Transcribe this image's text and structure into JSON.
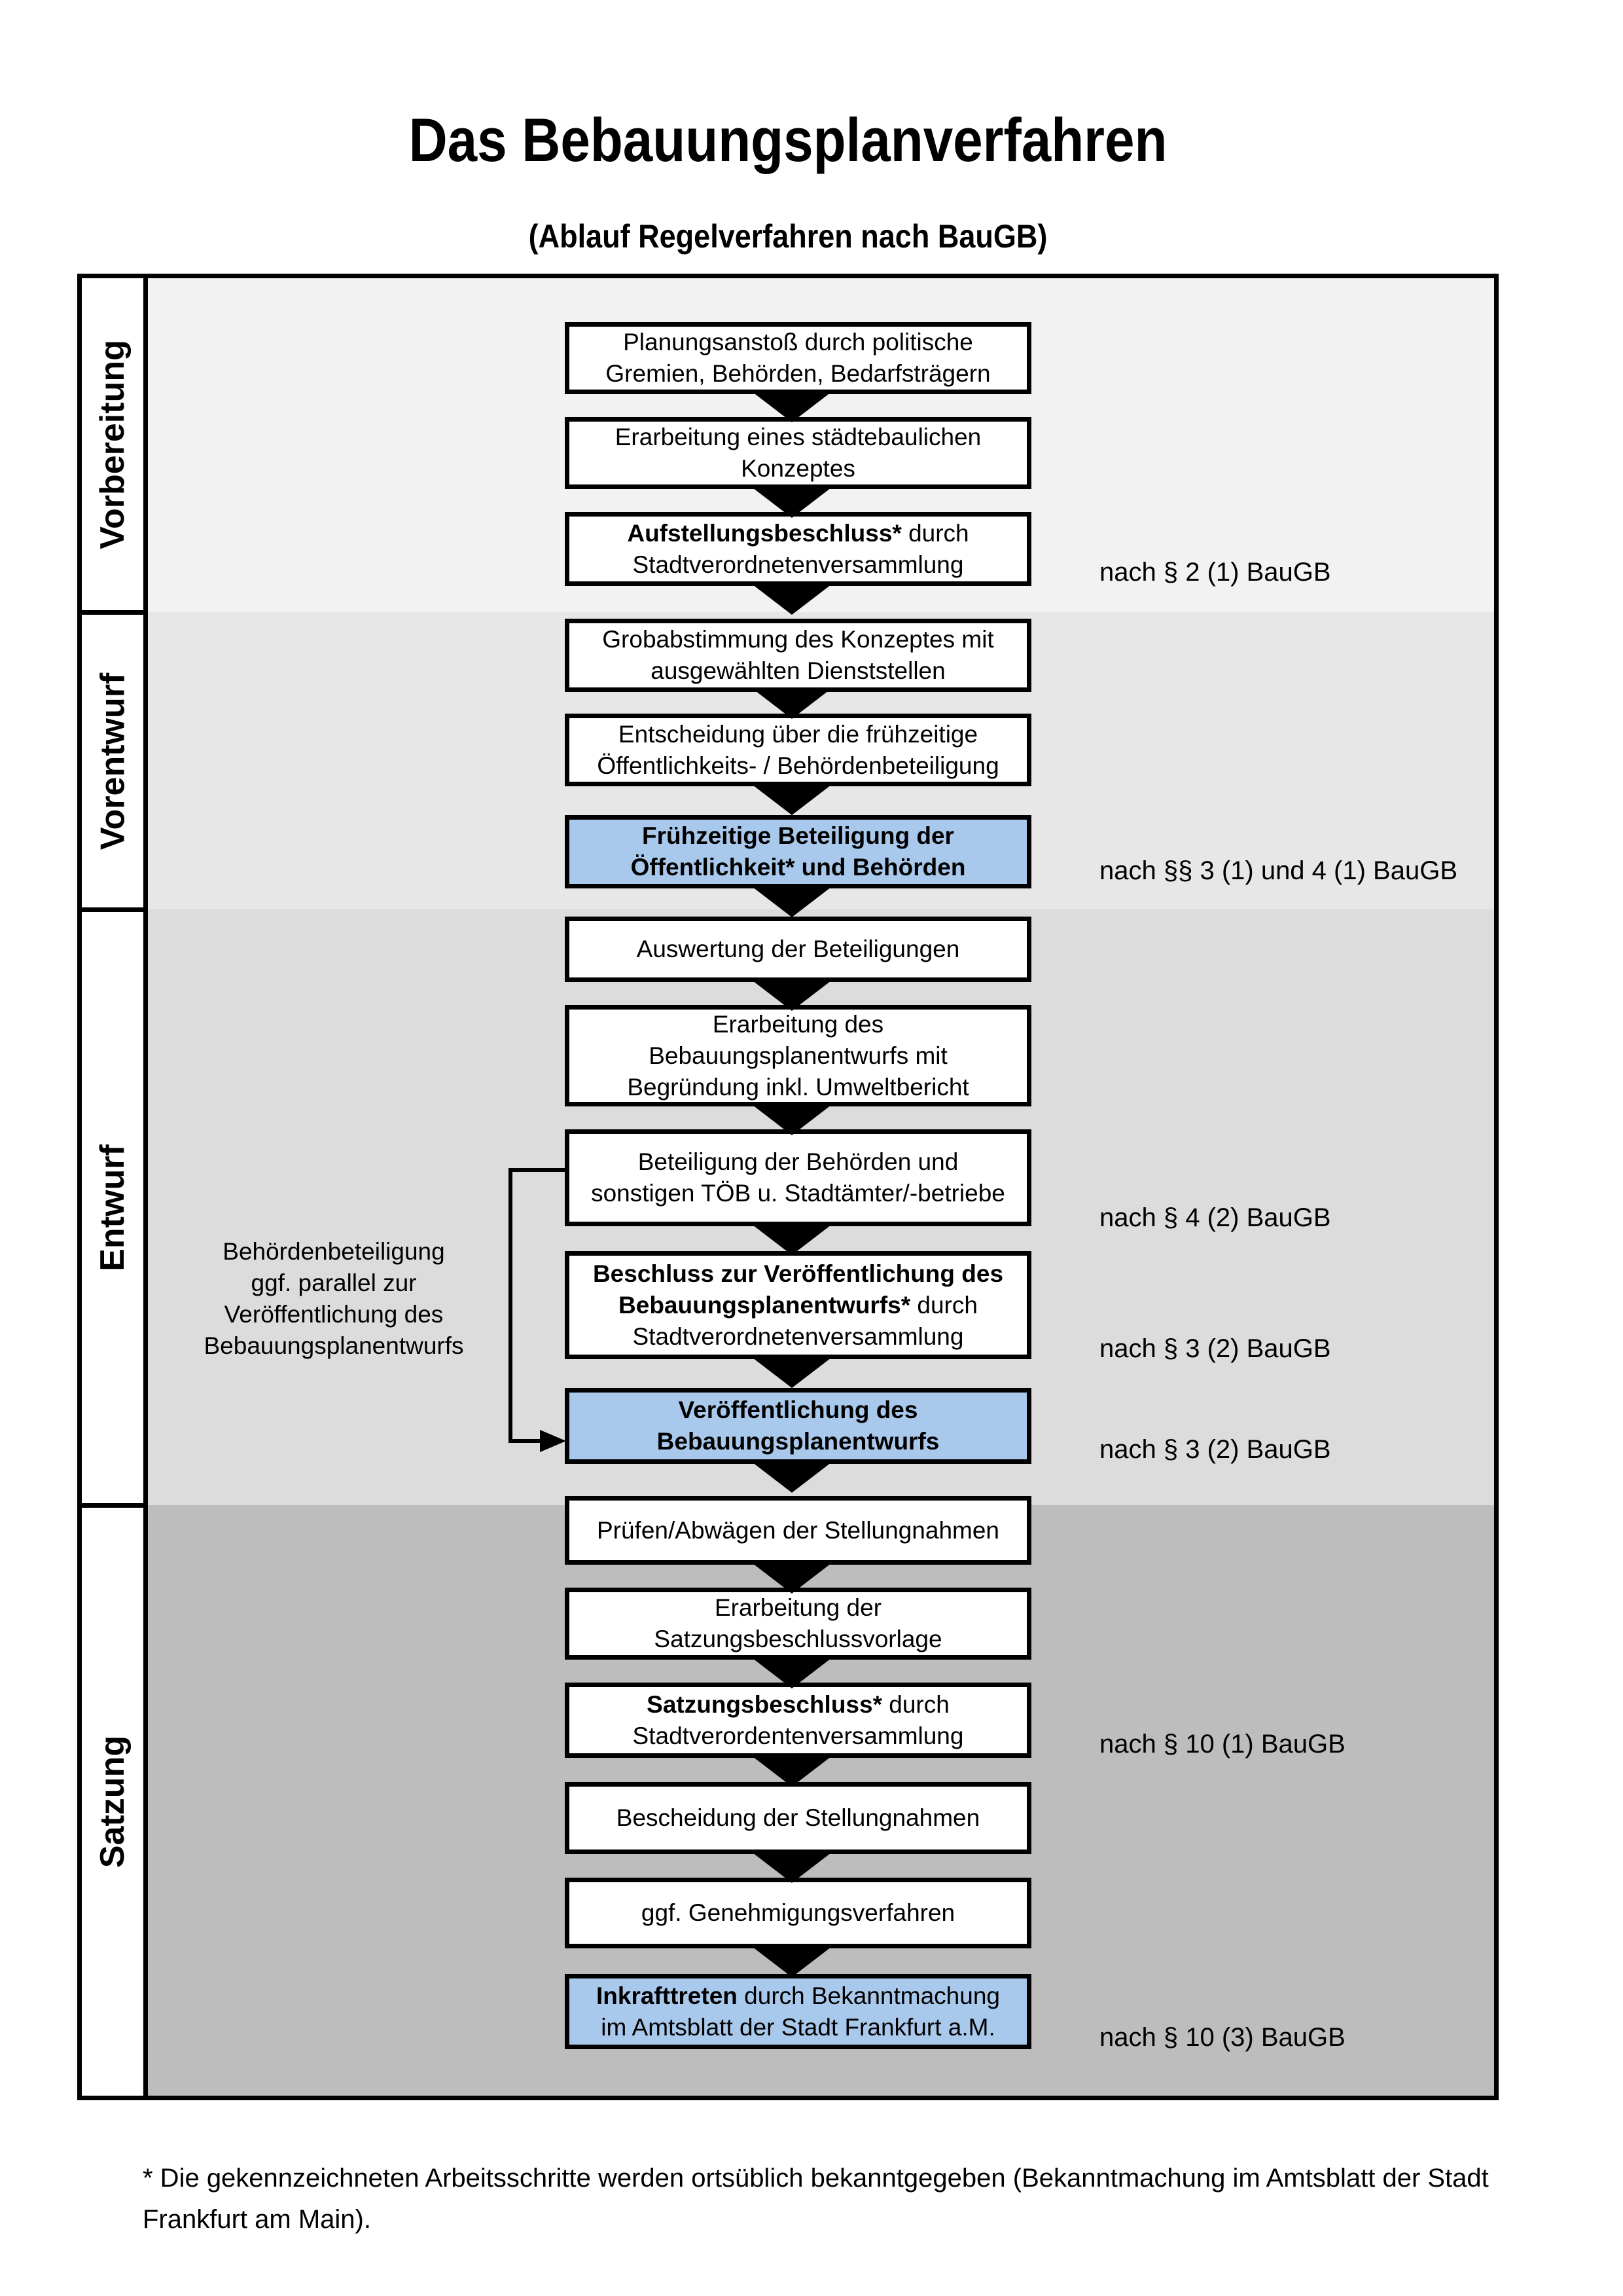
{
  "title": "Das Bebauungsplanverfahren",
  "subtitle": "(Ablauf Regelverfahren nach BauGB)",
  "colors": {
    "page_bg": "#ffffff",
    "box_bg": "#ffffff",
    "highlight_blue": "#a9c9ec",
    "section_vorbereitung_bg": "#f2f2f2",
    "section_vorentwurf_bg": "#e7e7e7",
    "section_entwurf_bg": "#dcdcdc",
    "section_satzung_bg": "#bdbdbd",
    "line_black": "#000000"
  },
  "sections": [
    {
      "label": "Vorbereitung"
    },
    {
      "label": "Vorentwurf"
    },
    {
      "label": "Entwurf"
    },
    {
      "label": "Satzung"
    }
  ],
  "steps": [
    {
      "section": 0,
      "highlight": false,
      "lines": [
        [
          {
            "t": "Planungsanstoß durch politische",
            "b": false
          }
        ],
        [
          {
            "t": "Gremien, Behörden, Bedarfsträgern",
            "b": false
          }
        ]
      ]
    },
    {
      "section": 0,
      "highlight": false,
      "lines": [
        [
          {
            "t": "Erarbeitung eines städtebaulichen",
            "b": false
          }
        ],
        [
          {
            "t": "Konzeptes",
            "b": false
          }
        ]
      ]
    },
    {
      "section": 0,
      "highlight": false,
      "lines": [
        [
          {
            "t": "Aufstellungsbeschluss*",
            "b": true
          },
          {
            "t": " durch",
            "b": false
          }
        ],
        [
          {
            "t": "Stadtverordnetenversammlung",
            "b": false
          }
        ]
      ]
    },
    {
      "section": 1,
      "highlight": false,
      "lines": [
        [
          {
            "t": "Grobabstimmung des Konzeptes mit",
            "b": false
          }
        ],
        [
          {
            "t": "ausgewählten Dienststellen",
            "b": false
          }
        ]
      ]
    },
    {
      "section": 1,
      "highlight": false,
      "lines": [
        [
          {
            "t": "Entscheidung über die frühzeitige",
            "b": false
          }
        ],
        [
          {
            "t": "Öffentlichkeits- / Behördenbeteiligung",
            "b": false
          }
        ]
      ]
    },
    {
      "section": 1,
      "highlight": true,
      "lines": [
        [
          {
            "t": "Frühzeitige Beteiligung der",
            "b": true
          }
        ],
        [
          {
            "t": "Öffentlichkeit* und Behörden",
            "b": true
          }
        ]
      ]
    },
    {
      "section": 2,
      "highlight": false,
      "lines": [
        [
          {
            "t": "Auswertung der Beteiligungen",
            "b": false
          }
        ]
      ]
    },
    {
      "section": 2,
      "highlight": false,
      "lines": [
        [
          {
            "t": "Erarbeitung des",
            "b": false
          }
        ],
        [
          {
            "t": "Bebauungsplanentwurfs mit",
            "b": false
          }
        ],
        [
          {
            "t": "Begründung inkl. Umweltbericht",
            "b": false
          }
        ]
      ]
    },
    {
      "section": 2,
      "highlight": false,
      "lines": [
        [
          {
            "t": "Beteiligung der Behörden und",
            "b": false
          }
        ],
        [
          {
            "t": "sonstigen TÖB u. Stadtämter/-betriebe",
            "b": false
          }
        ]
      ]
    },
    {
      "section": 2,
      "highlight": false,
      "lines": [
        [
          {
            "t": "Beschluss zur Veröffentlichung des",
            "b": true
          }
        ],
        [
          {
            "t": "Bebauungsplanentwurfs*",
            "b": true
          },
          {
            "t": " durch",
            "b": false
          }
        ],
        [
          {
            "t": "Stadtverordnetenversammlung",
            "b": false
          }
        ]
      ]
    },
    {
      "section": 2,
      "highlight": true,
      "lines": [
        [
          {
            "t": "Veröffentlichung des",
            "b": true
          }
        ],
        [
          {
            "t": "Bebauungsplanentwurfs",
            "b": true
          }
        ]
      ]
    },
    {
      "section": 3,
      "highlight": false,
      "lines": [
        [
          {
            "t": "Prüfen/Abwägen der Stellungnahmen",
            "b": false
          }
        ]
      ]
    },
    {
      "section": 3,
      "highlight": false,
      "lines": [
        [
          {
            "t": "Erarbeitung der",
            "b": false
          }
        ],
        [
          {
            "t": "Satzungsbeschlussvorlage",
            "b": false
          }
        ]
      ]
    },
    {
      "section": 3,
      "highlight": false,
      "lines": [
        [
          {
            "t": "Satzungsbeschluss*",
            "b": true
          },
          {
            "t": " durch",
            "b": false
          }
        ],
        [
          {
            "t": "Stadtverordentenversammlung",
            "b": false
          }
        ]
      ]
    },
    {
      "section": 3,
      "highlight": false,
      "lines": [
        [
          {
            "t": "Bescheidung der Stellungnahmen",
            "b": false
          }
        ]
      ]
    },
    {
      "section": 3,
      "highlight": false,
      "lines": [
        [
          {
            "t": "ggf. Genehmigungsverfahren",
            "b": false
          }
        ]
      ]
    },
    {
      "section": 3,
      "highlight": true,
      "lines": [
        [
          {
            "t": "Inkrafttreten",
            "b": true
          },
          {
            "t": " durch Bekanntmachung",
            "b": false
          }
        ],
        [
          {
            "t": "im Amtsblatt der Stadt Frankfurt a.M.",
            "b": false
          }
        ]
      ]
    }
  ],
  "references": [
    {
      "text": "nach § 2 (1) BauGB"
    },
    {
      "text": "nach §§ 3 (1) und 4 (1) BauGB"
    },
    {
      "text": "nach § 4 (2) BauGB"
    },
    {
      "text": "nach § 3 (2) BauGB"
    },
    {
      "text": "nach § 3 (2) BauGB"
    },
    {
      "text": "nach § 10 (1) BauGB"
    },
    {
      "text": "nach § 10 (3) BauGB"
    }
  ],
  "side_note": {
    "text": "Behördenbeteiligung\nggf. parallel zur\nVeröffentlichung des\nBebauungsplanentwurfs"
  },
  "footnote": "* Die gekennzeichneten Arbeitsschritte werden ortsüblich bekanntgegeben (Bekanntmachung im Amtsblatt  der Stadt Frankfurt am Main)."
}
